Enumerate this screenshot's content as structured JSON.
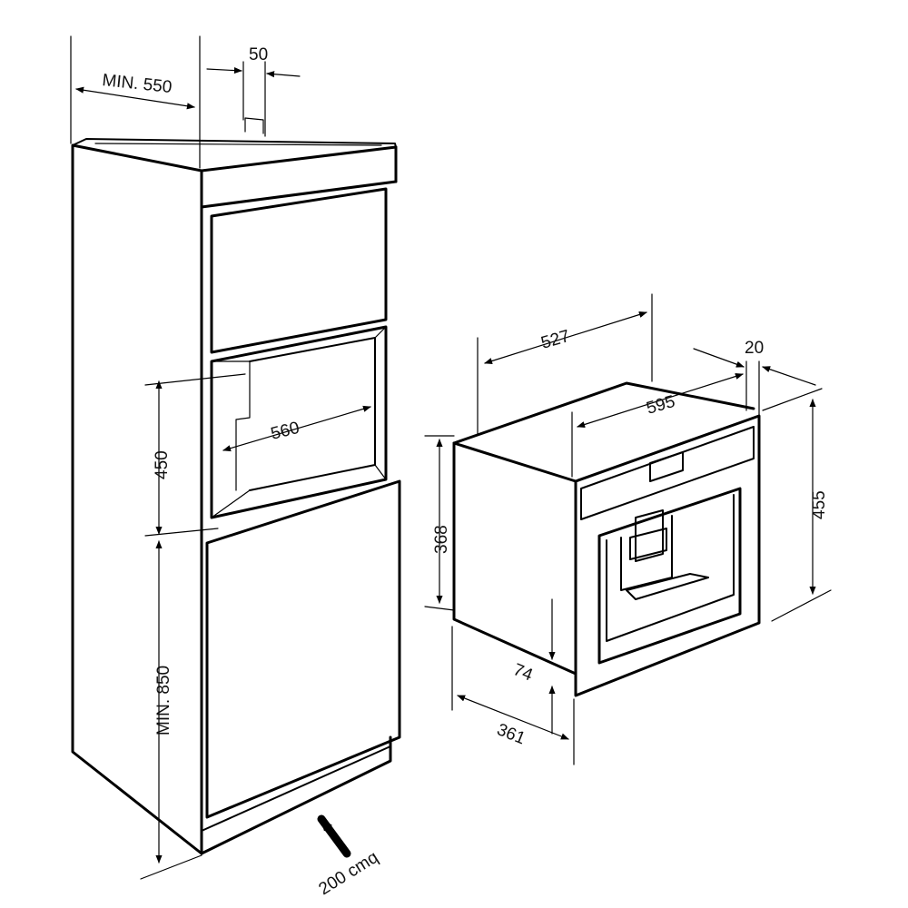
{
  "dimensions": {
    "min_550": "MIN. 550",
    "d50": "50",
    "d450": "450",
    "d560": "560",
    "min_850": "MIN. 850",
    "airflow": "200 cmq",
    "d527": "527",
    "d20": "20",
    "d595": "595",
    "d368": "368",
    "d455": "455",
    "d74": "74",
    "d361": "361"
  },
  "colors": {
    "line": "#000000",
    "background": "#ffffff"
  }
}
